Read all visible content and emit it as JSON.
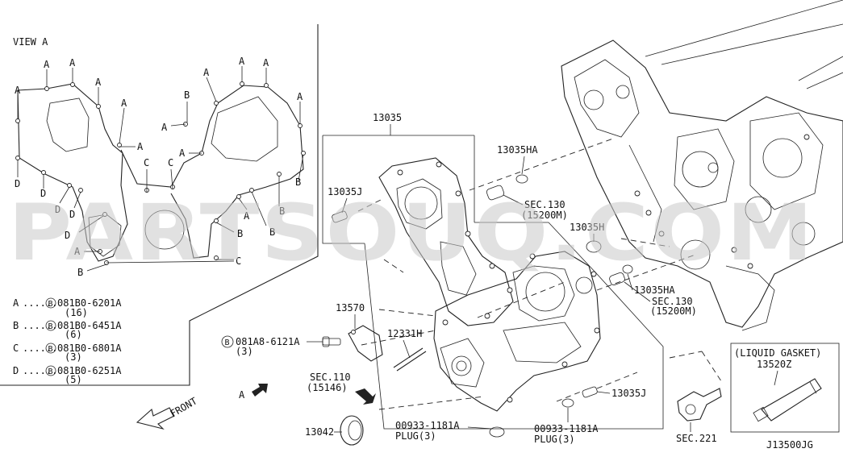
{
  "view_title": "VIEW A",
  "watermark": "PARTSOUQ.COM",
  "diagram_code": "J13500JG",
  "view_a_letters": {
    "A": "A",
    "B": "B",
    "C": "C",
    "D": "D"
  },
  "bolt_legend": [
    {
      "key": "A",
      "dots": "......",
      "part": "081B0-6201A",
      "qty": "(16)"
    },
    {
      "key": "B",
      "dots": "......",
      "part": "081B0-6451A",
      "qty": "(6)"
    },
    {
      "key": "C",
      "dots": "......",
      "part": "081B0-6801A",
      "qty": "(3)"
    },
    {
      "key": "D",
      "dots": "......",
      "part": "081B0-6251A",
      "qty": "(5)"
    }
  ],
  "circled_letter": "B",
  "labels": {
    "p13035": "13035",
    "p13035j_top": "13035J",
    "p13035ha_top": "13035HA",
    "sec130_top": "SEC.130",
    "sec130_top_sub": "(15200M)",
    "p13035h": "13035H",
    "p13035ha_mid": "13035HA",
    "sec130_mid": "SEC.130",
    "sec130_mid_sub": "(15200M)",
    "p13570": "13570",
    "bolt_081a8": "081A8-6121A",
    "bolt_081a8_qty": "(3)",
    "p12331h": "12331H",
    "sec110": "SEC.110",
    "sec110_sub": "(15146)",
    "front": "FRONT",
    "view_arrow": "A",
    "p13042": "13042",
    "plug1": "00933-1181A",
    "plug1_sub": "PLUG(3)",
    "plug2": "00933-1181A",
    "plug2_sub": "PLUG(3)",
    "p13035j_bot": "13035J",
    "sec221": "SEC.221",
    "liquid_gasket": "(LIQUID GASKET)",
    "p13520z": "13520Z"
  }
}
